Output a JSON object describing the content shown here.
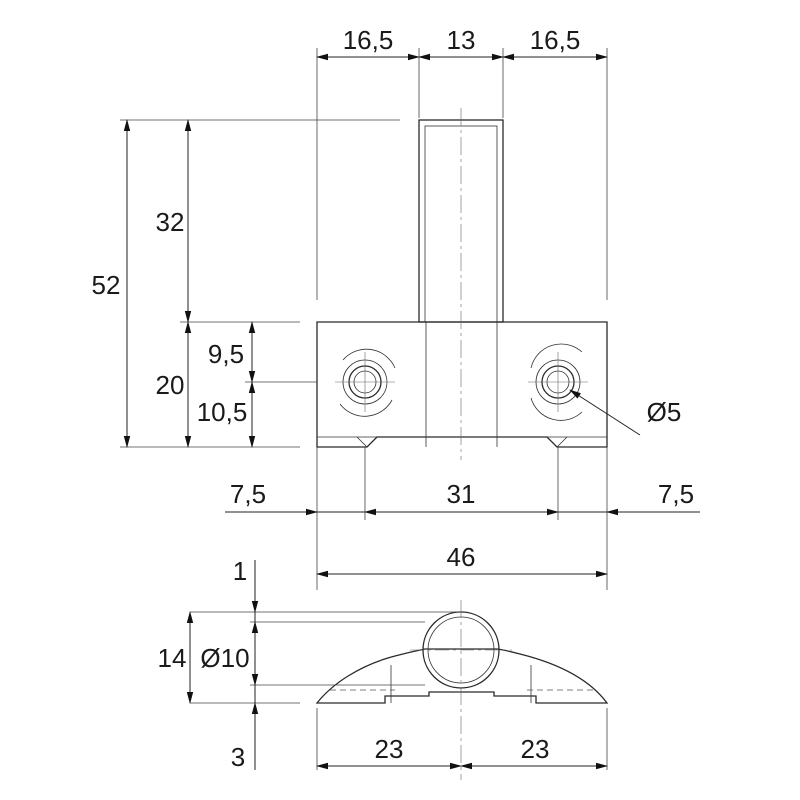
{
  "top_view": {
    "dims": {
      "top_left": "16,5",
      "top_mid": "13",
      "top_right": "16,5",
      "height_total": "52",
      "height_post": "32",
      "height_base": "20",
      "hole_upper": "9,5",
      "hole_lower": "10,5",
      "margin_left": "7,5",
      "hole_spacing": "31",
      "margin_right": "7,5",
      "width_total": "46",
      "hole_diameter": "Ø5"
    }
  },
  "side_view": {
    "dims": {
      "top_offset": "1",
      "height": "14",
      "tube_diameter": "Ø10",
      "bottom_offset": "3",
      "half_left": "23",
      "half_right": "23"
    }
  }
}
